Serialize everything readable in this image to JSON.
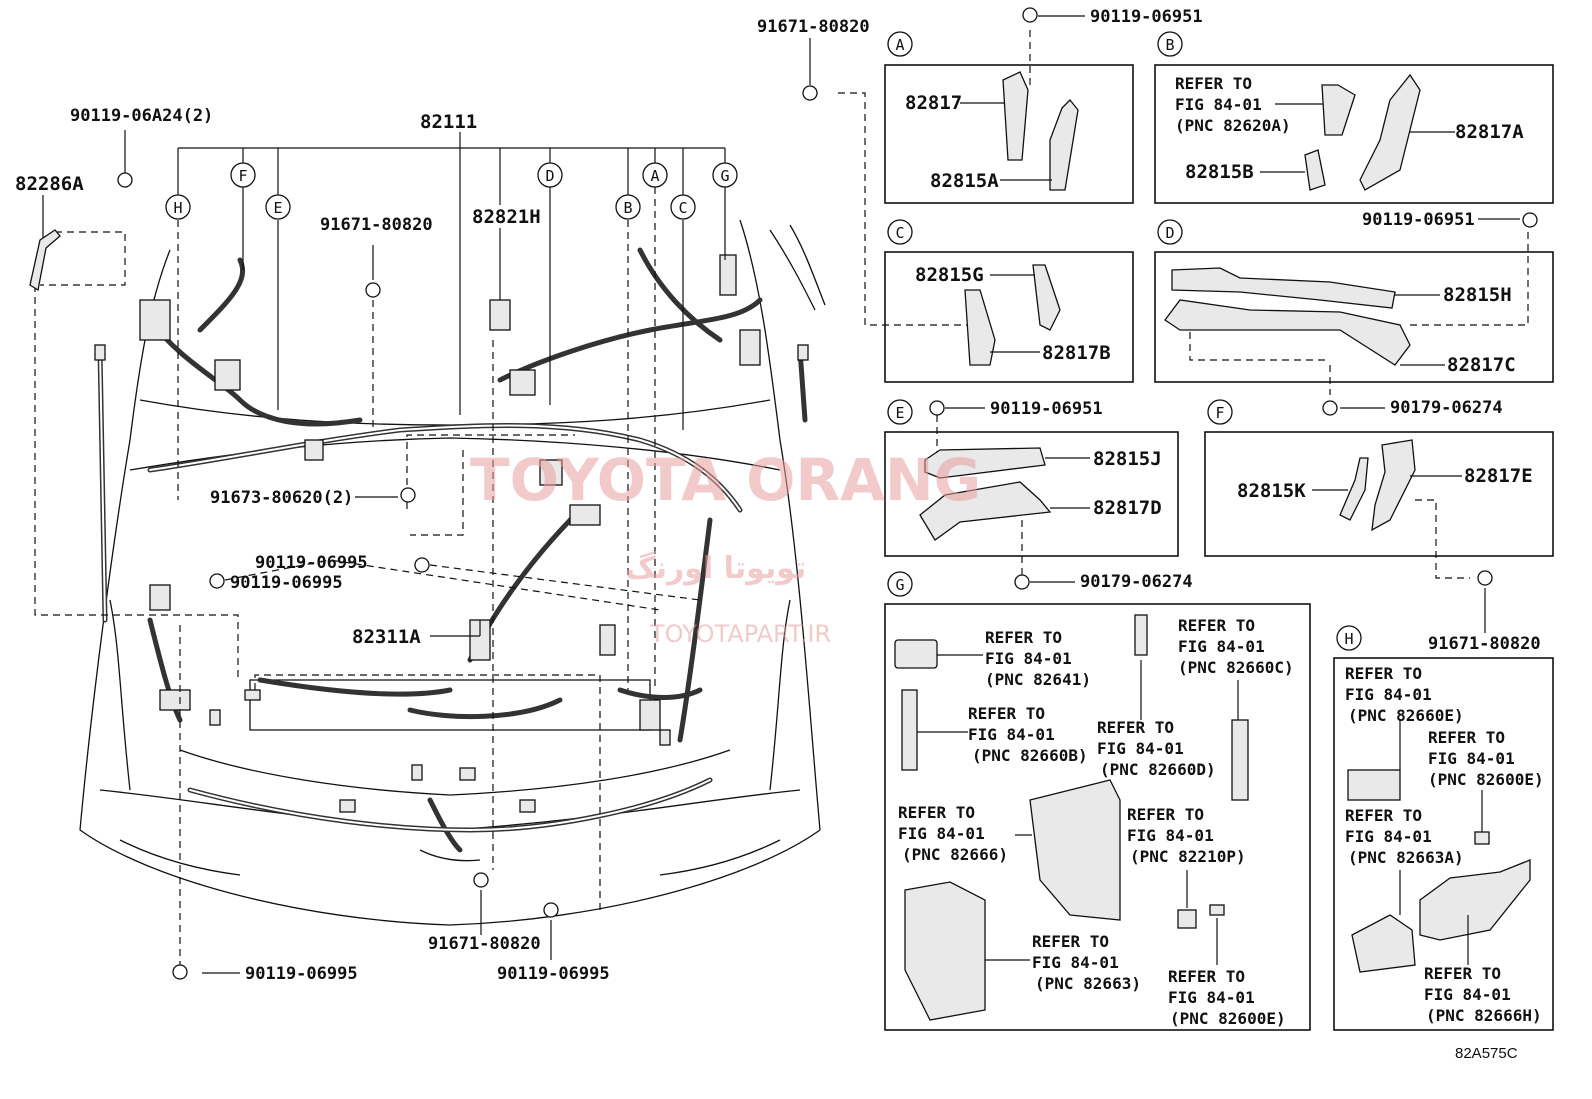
{
  "diagram_code": "82A575C",
  "watermark": {
    "main": "TOYOTA ORANG",
    "persian": "تویوتا اورنگ",
    "url": "TOYOTAPART.IR"
  },
  "main": {
    "harness": "82111",
    "p82286A": "82286A",
    "p82821H": "82821H",
    "p82311A": "82311A",
    "bolt_90119_06A24": "90119-06A24(2)",
    "bolt_91671_top": "91671-80820",
    "bolt_91671_center": "91671-80820",
    "bolt_91671_bottom": "91671-80820",
    "bolt_91673": "91673-80620(2)",
    "bolt_90119_06995_a": "90119-06995",
    "bolt_90119_06995_b": "90119-06995",
    "bolt_90119_06995_c": "90119-06995",
    "bolt_90119_06995_d": "90119-06995"
  },
  "callouts": [
    "A",
    "B",
    "C",
    "D",
    "E",
    "F",
    "G",
    "H"
  ],
  "panels": {
    "A": {
      "letter": "A",
      "p1": "82817",
      "p2": "82815A",
      "bolt": "90119-06951"
    },
    "B": {
      "letter": "B",
      "ref1": "REFER TO",
      "ref2": "FIG 84-01",
      "ref3": "(PNC 82620A)",
      "p1": "82817A",
      "p2": "82815B",
      "bolt": "90119-06951"
    },
    "C": {
      "letter": "C",
      "p1": "82815G",
      "p2": "82817B"
    },
    "D": {
      "letter": "D",
      "p1": "82815H",
      "p2": "82817C",
      "clip": "90179-06274"
    },
    "E": {
      "letter": "E",
      "bolt": "90119-06951",
      "p1": "82815J",
      "p2": "82817D",
      "clip": "90179-06274"
    },
    "F": {
      "letter": "F",
      "p1": "82815K",
      "p2": "82817E",
      "bolt": "91671-80820"
    },
    "G": {
      "letter": "G",
      "refs": [
        {
          "l1": "REFER TO",
          "l2": "FIG 84-01",
          "l3": "(PNC 82641)"
        },
        {
          "l1": "REFER TO",
          "l2": "FIG 84-01",
          "l3": "(PNC 82660C)"
        },
        {
          "l1": "REFER TO",
          "l2": "FIG 84-01",
          "l3": "(PNC 82660B)"
        },
        {
          "l1": "REFER TO",
          "l2": "FIG 84-01",
          "l3": "(PNC 82660D)"
        },
        {
          "l1": "REFER TO",
          "l2": "FIG 84-01",
          "l3": "(PNC 82666)"
        },
        {
          "l1": "REFER TO",
          "l2": "FIG 84-01",
          "l3": "(PNC 82210P)"
        },
        {
          "l1": "REFER TO",
          "l2": "FIG 84-01",
          "l3": "(PNC 82663)"
        },
        {
          "l1": "REFER TO",
          "l2": "FIG 84-01",
          "l3": "(PNC 82600E)"
        }
      ]
    },
    "H": {
      "letter": "H",
      "refs": [
        {
          "l1": "REFER TO",
          "l2": "FIG 84-01",
          "l3": "(PNC 82660E)"
        },
        {
          "l1": "REFER TO",
          "l2": "FIG 84-01",
          "l3": "(PNC 82600E)"
        },
        {
          "l1": "REFER TO",
          "l2": "FIG 84-01",
          "l3": "(PNC 82663A)"
        },
        {
          "l1": "REFER TO",
          "l2": "FIG 84-01",
          "l3": "(PNC 82666H)"
        }
      ]
    }
  }
}
